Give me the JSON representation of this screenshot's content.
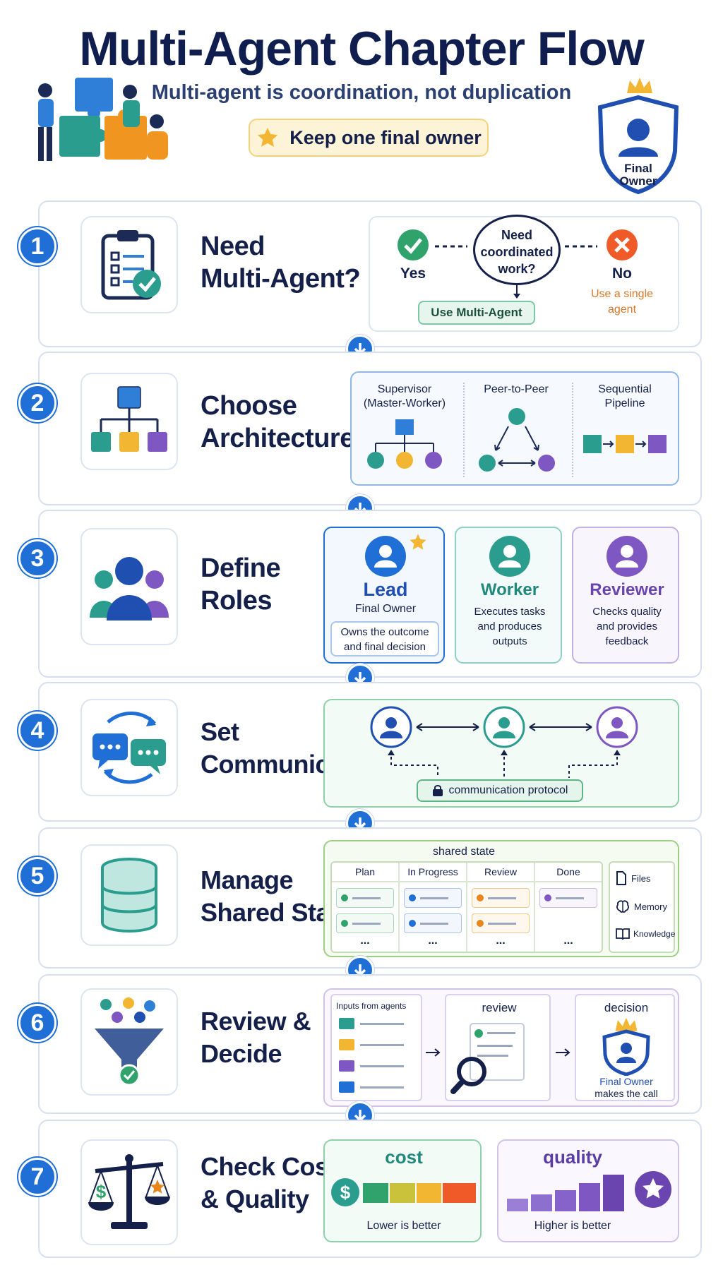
{
  "header": {
    "title": "Multi-Agent Chapter Flow",
    "subtitle": "Multi-agent is coordination, not duplication",
    "keep_label": "Keep one final owner",
    "badge_label_1": "Final",
    "badge_label_2": "Owner"
  },
  "steps": [
    {
      "number": "1",
      "title_1": "Need",
      "title_2": "Multi-Agent?",
      "decision": {
        "question_1": "Need",
        "question_2": "coordinated",
        "question_3": "work?",
        "yes": "Yes",
        "no": "No",
        "no_note_1": "Use a single",
        "no_note_2": "agent",
        "yes_action": "Use Multi-Agent"
      }
    },
    {
      "number": "2",
      "title_1": "Choose",
      "title_2": "Architecture",
      "arch": [
        {
          "label_1": "Supervisor",
          "label_2": "(Master-Worker)"
        },
        {
          "label_1": "Peer-to-Peer",
          "label_2": ""
        },
        {
          "label_1": "Sequential",
          "label_2": "Pipeline"
        }
      ]
    },
    {
      "number": "3",
      "title_1": "Define",
      "title_2": "Roles",
      "roles": [
        {
          "name": "Lead",
          "sub": "Final Owner",
          "desc_1": "Owns the outcome",
          "desc_2": "and final decision",
          "desc_3": ""
        },
        {
          "name": "Worker",
          "sub": "",
          "desc_1": "Executes tasks",
          "desc_2": "and produces",
          "desc_3": "outputs"
        },
        {
          "name": "Reviewer",
          "sub": "",
          "desc_1": "Checks quality",
          "desc_2": "and provides",
          "desc_3": "feedback"
        }
      ]
    },
    {
      "number": "4",
      "title_1": "Set",
      "title_2": "Communication",
      "protocol": "communication protocol"
    },
    {
      "number": "5",
      "title_1": "Manage",
      "title_2": "Shared State",
      "board_title": "shared state",
      "columns": [
        "Plan",
        "In Progress",
        "Review",
        "Done"
      ],
      "ellipsis": "...",
      "resources": [
        "Files",
        "Memory",
        "Knowledge"
      ]
    },
    {
      "number": "6",
      "title_1": "Review &",
      "title_2": "Decide",
      "inputs_label": "Inputs from agents",
      "review_label": "review",
      "decision_label": "decision",
      "owner_1": "Final Owner",
      "owner_2": "makes the call"
    },
    {
      "number": "7",
      "title_1": "Check Cost",
      "title_2": "& Quality",
      "cost_label": "cost",
      "cost_note": "Lower is better",
      "quality_label": "quality",
      "quality_note": "Higher is better"
    }
  ],
  "colors": {
    "blue": "#1f6fd6",
    "teal": "#2a9d8f",
    "yellow": "#f2b632",
    "purple": "#7e57c2",
    "navy": "#14204a",
    "green": "#2fa36b",
    "red": "#f05a28",
    "orange": "#e8871e"
  }
}
